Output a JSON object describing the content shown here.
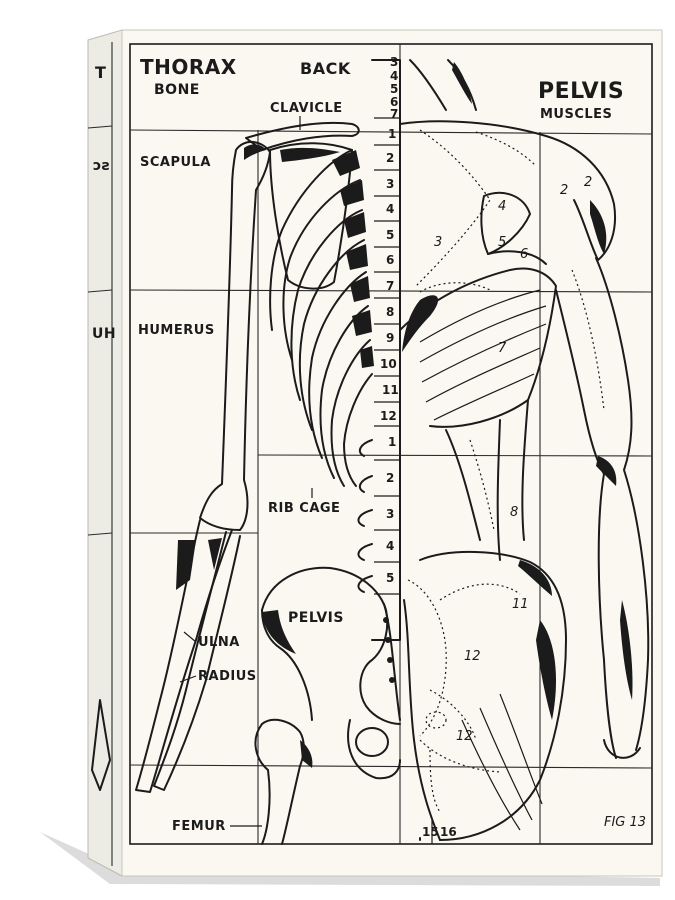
{
  "colors": {
    "paper": "#faf8f1",
    "ink": "#1b1b1b",
    "canvas_side": "#e9e7df",
    "shadow": "#d9d9d9"
  },
  "titles": {
    "thorax": "THORAX",
    "bone": "BONE",
    "back": "BACK",
    "pelvis": "PELVIS",
    "muscles": "MUSCLES"
  },
  "bone_labels": {
    "clavicle": "CLAVICLE",
    "scapula": "SCAPULA",
    "humerus": "HUMERUS",
    "rib_cage": "RIB CAGE",
    "pelvis": "PELVIS",
    "ulna": "ULNA",
    "radius": "RADIUS",
    "femur": "FEMUR"
  },
  "side_fragments": [
    "T",
    "ɔƨ",
    "UH"
  ],
  "cervical_numbers": [
    "3",
    "4",
    "5",
    "6",
    "7"
  ],
  "thoracic_numbers": [
    "1",
    "2",
    "3",
    "4",
    "5",
    "6",
    "7",
    "8",
    "9",
    "10",
    "11",
    "12"
  ],
  "lumbar_numbers": [
    "1",
    "2",
    "3",
    "4",
    "5"
  ],
  "muscle_numbers": {
    "m2a": "2",
    "m2b": "2",
    "m3": "3",
    "m4": "4",
    "m5": "5",
    "m6": "6",
    "m7": "7",
    "m8": "8",
    "m11": "11",
    "m12a": "12",
    "m12b": "12",
    "m15": "15",
    "m16": "16"
  },
  "figure": "FIG 13"
}
